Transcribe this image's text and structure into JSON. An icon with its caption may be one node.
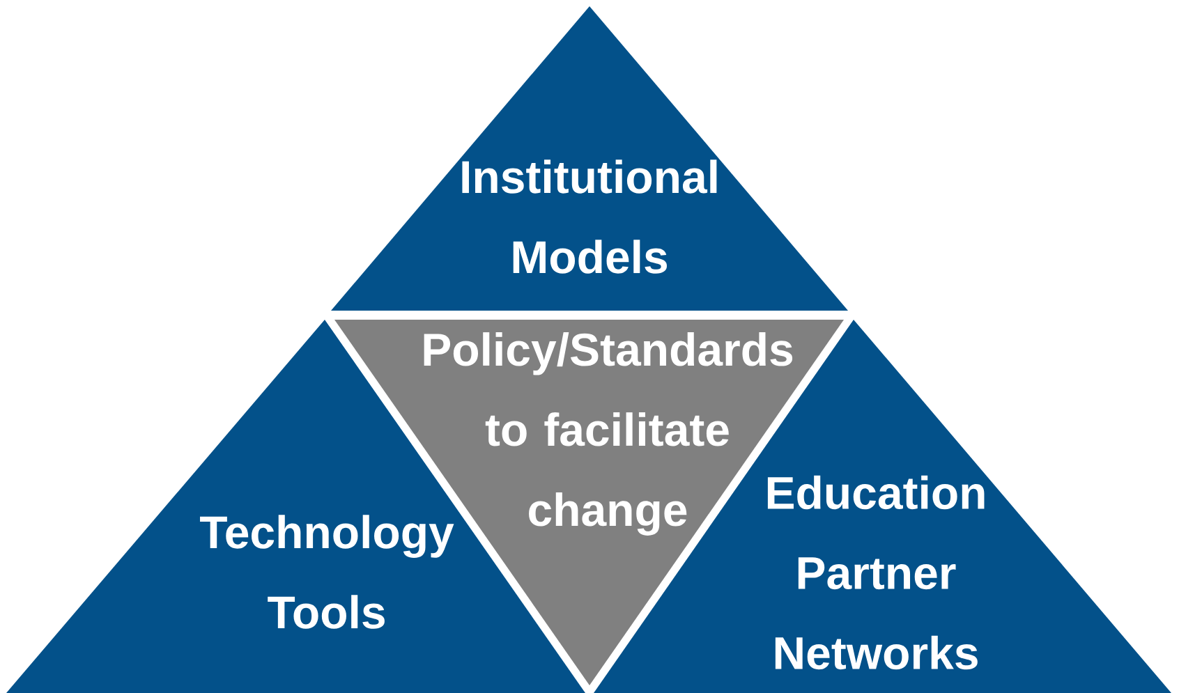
{
  "diagram": {
    "nodes": [
      {
        "text": [
          "Institutional Models"
        ]
      },
      {
        "text": [
          "Policy/Standards to facilitate change"
        ]
      },
      {
        "text": [
          "Technology Tools"
        ]
      },
      {
        "text": [
          "Education Partner Networks"
        ]
      }
    ]
  }
}
